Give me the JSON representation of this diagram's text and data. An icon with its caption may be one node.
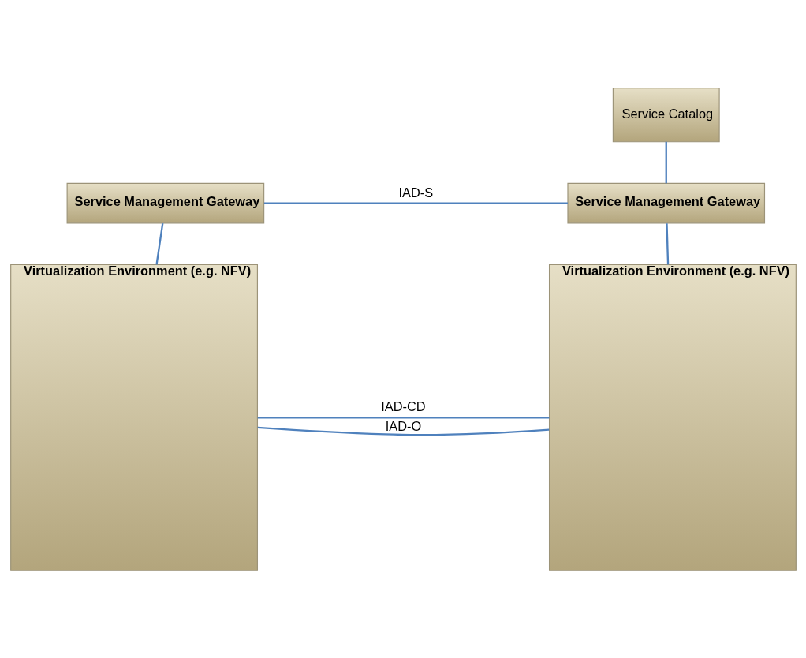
{
  "diagram": {
    "nodes": [
      {
        "text": [
          "Service Catalog"
        ]
      },
      {
        "text": [
          "Service Management Gateway"
        ]
      },
      {
        "text": [
          "Service Management Gateway"
        ]
      },
      {
        "text": [
          "Virtualization Environment (e.g. NFV)"
        ]
      },
      {
        "text": [
          "Virtualization Environment (e.g. NFV)"
        ]
      }
    ],
    "edges": [
      {
        "from": 0,
        "to": 2,
        "arrow": "none"
      },
      {
        "from": 1,
        "to": 2,
        "arrow": "none",
        "label": "IAD-S"
      },
      {
        "from": 1,
        "to": 3,
        "arrow": "none"
      },
      {
        "from": 2,
        "to": 4,
        "arrow": "none"
      },
      {
        "from": 3,
        "to": 4,
        "arrow": "none",
        "label": "IAD-O"
      },
      {
        "from": 3,
        "to": 4,
        "arrow": "none",
        "label": "IAD-CD"
      }
    ]
  }
}
